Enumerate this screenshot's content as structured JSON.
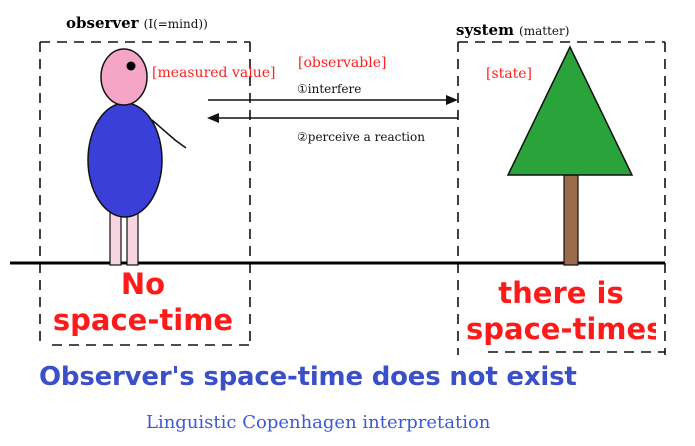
{
  "observer_box": {
    "title": "observer",
    "subtitle": "(I(=mind))",
    "measured_value_label": "[measured value]"
  },
  "system_box": {
    "title": "system",
    "subtitle": "(matter)",
    "state_label": "[state]"
  },
  "interaction": {
    "observable_label": "[observable]",
    "interfere_label": "①interfere",
    "perceive_label": "②perceive a reaction"
  },
  "left_statement": {
    "line1": "No",
    "line2": "space-time"
  },
  "right_statement": {
    "line1": "there is",
    "line2": "space-times"
  },
  "headline": "Observer's space-time does not exist",
  "caption": "Linguistic Copenhagen interpretation",
  "colors": {
    "statement_red": "#ff1a1a",
    "headline_blue": "#3a4fc8",
    "caption_blue": "#3d5bd1",
    "observer_body": "#3a3fd8",
    "observer_head": "#f5a6c6",
    "tree_canopy": "#2aa33a",
    "tree_trunk": "#9a6a4a"
  }
}
